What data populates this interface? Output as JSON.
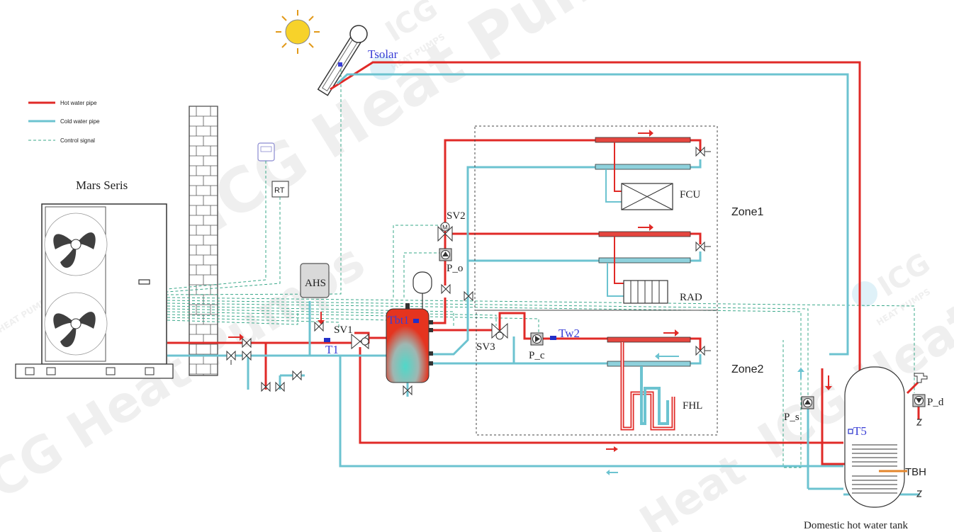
{
  "legend": {
    "hot": "Hot water pipe",
    "cold": "Cold water pipe",
    "signal": "Control signal"
  },
  "colors": {
    "hot_pipe": "#e02a27",
    "cold_pipe": "#6cc3d0",
    "control_signal": "#3aa88a",
    "sensor_label": "#3a3fd6"
  },
  "unit": {
    "title": "Mars Seris"
  },
  "labels": {
    "tsolar": "Tsolar",
    "rt": "RT",
    "ahs": "AHS",
    "sv1": "SV1",
    "sv2": "SV2",
    "sv3": "SV3",
    "t1": "T1",
    "tbt1": "Tbt1",
    "p_o": "P_o",
    "p_c": "P_c",
    "tw2": "Tw2",
    "fcu": "FCU",
    "rad": "RAD",
    "fhl": "FHL",
    "zone1": "Zone1",
    "zone2": "Zone2",
    "p_s": "P_s",
    "p_d": "P_d",
    "t5": "T5",
    "tbh": "TBH",
    "dhw_tank": "Domestic hot water tank"
  },
  "watermark": {
    "brand": "ICG",
    "sub": "HEAT PUMPS",
    "big": "ICG Heat Pumps",
    "tail": "Heat"
  }
}
